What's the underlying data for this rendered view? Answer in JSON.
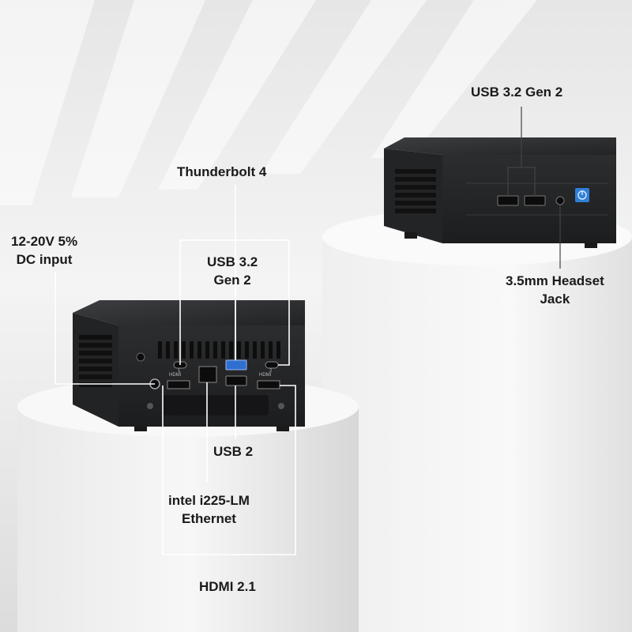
{
  "labels": {
    "thunderbolt": "Thunderbolt 4",
    "dc_line1": "12-20V 5%",
    "dc_line2": "DC input",
    "usb32_line1": "USB 3.2",
    "usb32_line2": "Gen 2",
    "usb2": "USB 2",
    "ethernet_line1": "intel i225-LM",
    "ethernet_line2": "Ethernet",
    "hdmi": "HDMI 2.1",
    "usb32gen2_front": "USB 3.2 Gen 2",
    "headset_line1": "3.5mm Headset",
    "headset_line2": "Jack"
  },
  "ports": {
    "hdmi_mark": "HDMI",
    "tb_num_1": "1",
    "tb_num_2": "2"
  },
  "colors": {
    "body": "#2a2b2d",
    "power_button": "#2f7fd6",
    "usb3_port": "#2f6fd0"
  }
}
